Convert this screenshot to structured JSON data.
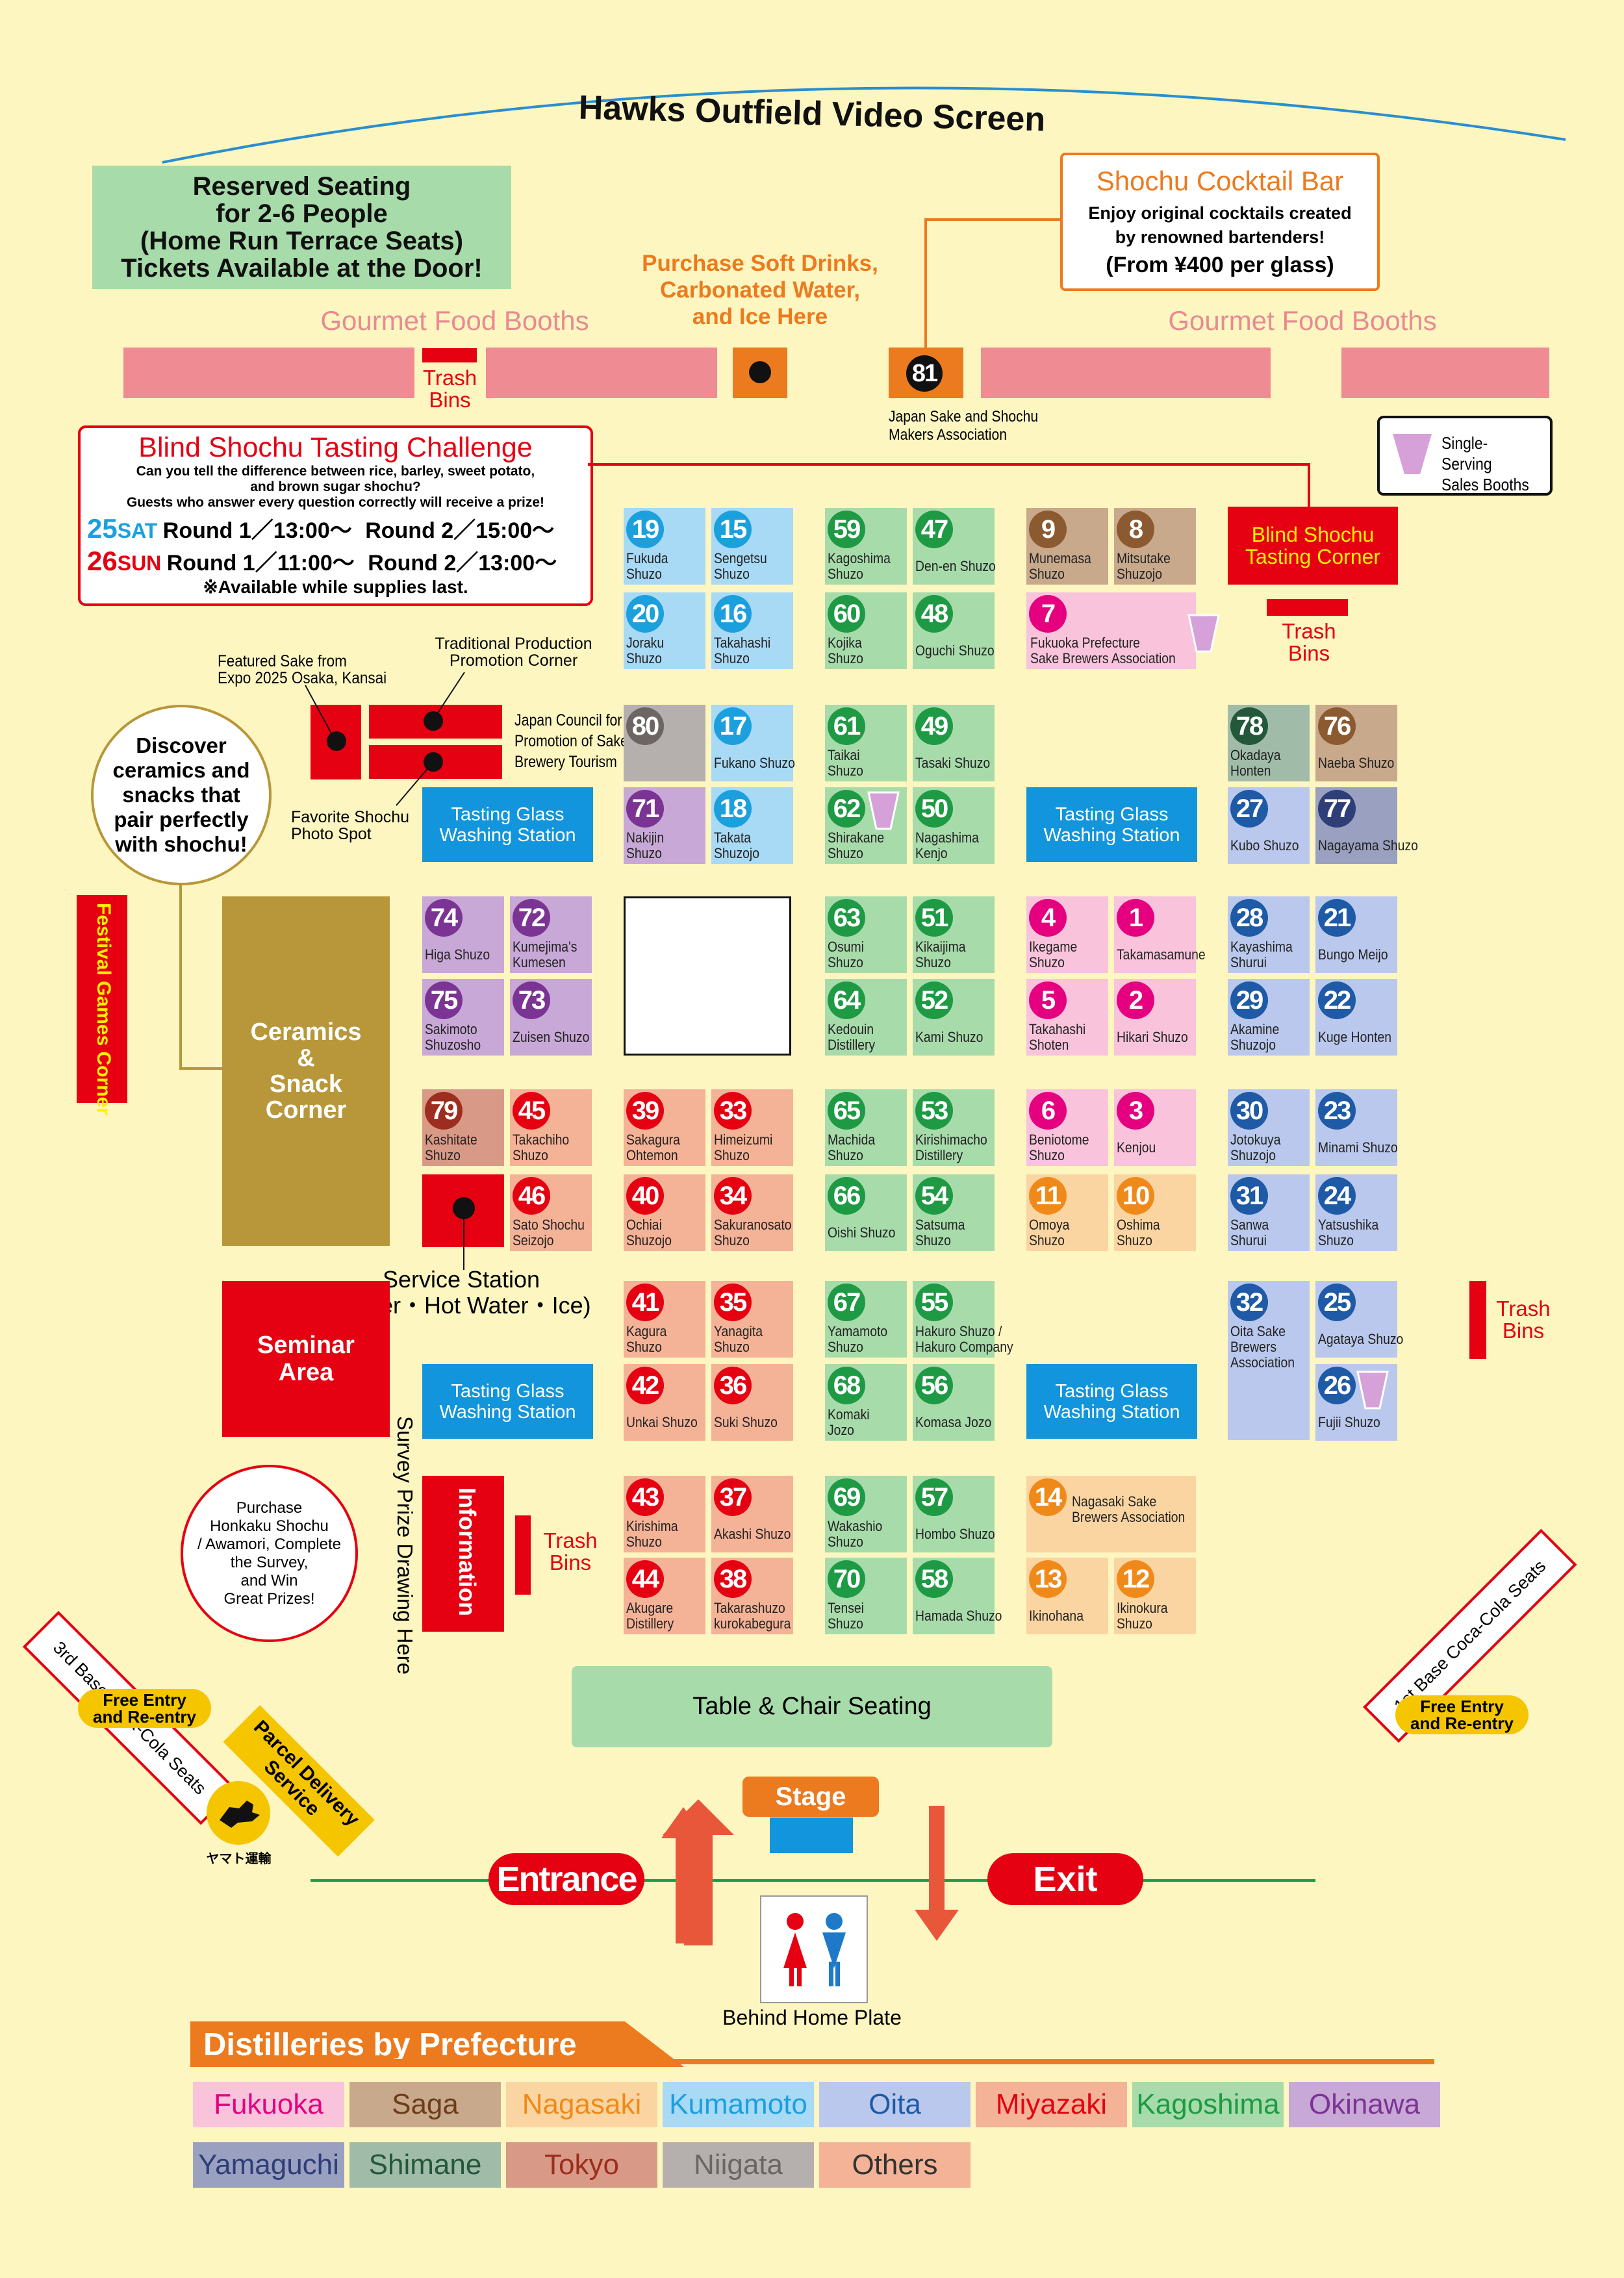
{
  "video_screen": "Hawks Outfield Video Screen",
  "reserved_seating": [
    "Reserved Seating",
    "for 2-6 People",
    "(Home Run Terrace Seats)",
    "Tickets Available at the Door!"
  ],
  "cocktail_bar": {
    "title": "Shochu Cocktail Bar",
    "line1": "Enjoy original cocktails created",
    "line2": "by renowned bartenders!",
    "price": "(From ¥400 per glass)"
  },
  "soft_drinks": [
    "Purchase Soft Drinks,",
    "Carbonated Water,",
    "and Ice Here"
  ],
  "gourmet_left": "Gourmet Food Booths",
  "gourmet_right": "Gourmet Food Booths",
  "trash_top": [
    "Trash",
    "Bins"
  ],
  "booth_81": {
    "num": "81",
    "label1": "Japan Sake and Shochu",
    "label2": "Makers Association"
  },
  "single_serving": [
    "Single-Serving",
    "Sales Booths"
  ],
  "blind_challenge": {
    "title": "Blind Shochu Tasting Challenge",
    "desc1": "Can you tell the difference between rice, barley, sweet potato,",
    "desc2": "and brown sugar shochu?",
    "desc3": "Guests who answer every question correctly will receive a prize!",
    "day1_num": "25",
    "day1_dow": "SAT",
    "day1_r1": "Round 1／13:00～",
    "day1_r2": "Round 2／15:00～",
    "day2_num": "26",
    "day2_dow": "SUN",
    "day2_r1": "Round 1／11:00～",
    "day2_r2": "Round 2／13:00～",
    "note": "※Available while supplies last."
  },
  "blind_corner": [
    "Blind Shochu",
    "Tasting Corner"
  ],
  "trash_right1": [
    "Trash",
    "Bins"
  ],
  "trash_right2": [
    "Trash",
    "Bins"
  ],
  "trash_info": [
    "Trash",
    "Bins"
  ],
  "expo_label": [
    "Featured Sake from",
    "Expo 2025 Osaka, Kansai"
  ],
  "traditional_label": [
    "Traditional Production",
    "Promotion Corner"
  ],
  "japan_council": [
    "Japan Council for",
    "Promotion of Sake",
    "Brewery Tourism"
  ],
  "photo_spot": [
    "Favorite Shochu",
    "Photo Spot"
  ],
  "discover": [
    "Discover",
    "ceramics and",
    "snacks that",
    "pair perfectly",
    "with shochu!"
  ],
  "festival_games": "Festival Games Corner",
  "ceramics": [
    "Ceramics",
    "&",
    "Snack",
    "Corner"
  ],
  "service_station": [
    "Service Station",
    "(Water・Hot Water・Ice)"
  ],
  "seminar": [
    "Seminar",
    "Area"
  ],
  "information": "Information",
  "survey_prize": "Survey Prize Drawing Here",
  "purchase_circle": [
    "Purchase",
    "Honkaku Shochu",
    "/ Awamori, Complete",
    "the Survey,",
    "and Win",
    "Great Prizes!"
  ],
  "washing": [
    "Tasting Glass",
    "Washing Station"
  ],
  "table_seating": "Table & Chair Seating",
  "stage": "Stage",
  "entrance": "Entrance",
  "exit": "Exit",
  "behind_home": "Behind Home Plate",
  "third_base": "3rd Base Coca-Cola Seats",
  "first_base": "1st Base Coca-Cola Seats",
  "free_entry": [
    "Free Entry",
    "and Re-entry"
  ],
  "parcel": [
    "Parcel Delivery",
    "Service"
  ],
  "yamato": "ヤマト運輸",
  "legend_title": "Distilleries by Prefecture",
  "legend": [
    {
      "label": "Fukuoka",
      "bg": "#f9c3dc",
      "fg": "#e4007f"
    },
    {
      "label": "Saga",
      "bg": "#c9a98c",
      "fg": "#6b3d1c"
    },
    {
      "label": "Nagasaki",
      "bg": "#fbd5a1",
      "fg": "#ef8a1a"
    },
    {
      "label": "Kumamoto",
      "bg": "#a8d9f5",
      "fg": "#1ba0dd"
    },
    {
      "label": "Oita",
      "bg": "#b9c8ec",
      "fg": "#1e5aa6"
    },
    {
      "label": "Miyazaki",
      "bg": "#f4b296",
      "fg": "#e50012"
    },
    {
      "label": "Kagoshima",
      "bg": "#a7dbaa",
      "fg": "#1e9a45"
    },
    {
      "label": "Okinawa",
      "bg": "#c8a8d6",
      "fg": "#7b3494"
    },
    {
      "label": "Yamaguchi",
      "bg": "#9aa0c0",
      "fg": "#2e3e78"
    },
    {
      "label": "Shimane",
      "bg": "#a0bca8",
      "fg": "#23583a"
    },
    {
      "label": "Tokyo",
      "bg": "#d89a86",
      "fg": "#9d2d1e"
    },
    {
      "label": "Niigata",
      "bg": "#b5b0ad",
      "fg": "#6c6563"
    },
    {
      "label": "Others",
      "bg": "#f4b296",
      "fg": "#333333"
    }
  ],
  "booths": [
    {
      "n": "19",
      "p": "Kumamoto",
      "l": [
        "Fukuda",
        "Shuzo"
      ]
    },
    {
      "n": "15",
      "p": "Kumamoto",
      "l": [
        "Sengetsu",
        "Shuzo"
      ]
    },
    {
      "n": "20",
      "p": "Kumamoto",
      "l": [
        "Joraku",
        "Shuzo"
      ]
    },
    {
      "n": "16",
      "p": "Kumamoto",
      "l": [
        "Takahashi",
        "Shuzo"
      ]
    },
    {
      "n": "59",
      "p": "Kagoshima",
      "l": [
        "Kagoshima",
        "Shuzo"
      ]
    },
    {
      "n": "47",
      "p": "Kagoshima",
      "l": [
        "Den-en Shuzo"
      ]
    },
    {
      "n": "60",
      "p": "Kagoshima",
      "l": [
        "Kojika",
        "Shuzo"
      ]
    },
    {
      "n": "48",
      "p": "Kagoshima",
      "l": [
        "Oguchi Shuzo"
      ]
    },
    {
      "n": "9",
      "p": "Saga",
      "l": [
        "Munemasa",
        "Shuzo"
      ]
    },
    {
      "n": "8",
      "p": "Saga",
      "l": [
        "Mitsutake",
        "Shuzojo"
      ]
    },
    {
      "n": "7",
      "p": "Fukuoka",
      "l": [
        "Fukuoka Prefecture",
        "Sake Brewers Association"
      ]
    },
    {
      "n": "80",
      "p": "Niigata",
      "l": []
    },
    {
      "n": "17",
      "p": "Kumamoto",
      "l": [
        "Fukano Shuzo"
      ]
    },
    {
      "n": "71",
      "p": "Okinawa",
      "l": [
        "Nakijin",
        "Shuzo"
      ]
    },
    {
      "n": "18",
      "p": "Kumamoto",
      "l": [
        "Takata",
        "Shuzojo"
      ]
    },
    {
      "n": "61",
      "p": "Kagoshima",
      "l": [
        "Taikai",
        "Shuzo"
      ]
    },
    {
      "n": "49",
      "p": "Kagoshima",
      "l": [
        "Tasaki Shuzo"
      ]
    },
    {
      "n": "62",
      "p": "Kagoshima",
      "l": [
        "Shirakane",
        "Shuzo"
      ]
    },
    {
      "n": "50",
      "p": "Kagoshima",
      "l": [
        "Nagashima",
        "Kenjo"
      ]
    },
    {
      "n": "78",
      "p": "Shimane",
      "l": [
        "Okadaya",
        "Honten"
      ]
    },
    {
      "n": "76",
      "p": "Saga",
      "l": [
        "Naeba Shuzo"
      ]
    },
    {
      "n": "27",
      "p": "Oita",
      "l": [
        "Kubo Shuzo"
      ]
    },
    {
      "n": "77",
      "p": "Yamaguchi",
      "l": [
        "Nagayama Shuzo"
      ]
    },
    {
      "n": "74",
      "p": "Okinawa",
      "l": [
        "Higa Shuzo"
      ]
    },
    {
      "n": "72",
      "p": "Okinawa",
      "l": [
        "Kumejima's",
        "Kumesen"
      ]
    },
    {
      "n": "75",
      "p": "Okinawa",
      "l": [
        "Sakimoto",
        "Shuzosho"
      ]
    },
    {
      "n": "73",
      "p": "Okinawa",
      "l": [
        "Zuisen Shuzo"
      ]
    },
    {
      "n": "63",
      "p": "Kagoshima",
      "l": [
        "Osumi",
        "Shuzo"
      ]
    },
    {
      "n": "51",
      "p": "Kagoshima",
      "l": [
        "Kikaijima",
        "Shuzo"
      ]
    },
    {
      "n": "64",
      "p": "Kagoshima",
      "l": [
        "Kedouin",
        "Distillery"
      ]
    },
    {
      "n": "52",
      "p": "Kagoshima",
      "l": [
        "Kami Shuzo"
      ]
    },
    {
      "n": "4",
      "p": "Fukuoka",
      "l": [
        "Ikegame",
        "Shuzo"
      ]
    },
    {
      "n": "1",
      "p": "Fukuoka",
      "l": [
        "Takamasamune"
      ]
    },
    {
      "n": "5",
      "p": "Fukuoka",
      "l": [
        "Takahashi",
        "Shoten"
      ]
    },
    {
      "n": "2",
      "p": "Fukuoka",
      "l": [
        "Hikari Shuzo"
      ]
    },
    {
      "n": "28",
      "p": "Oita",
      "l": [
        "Kayashima",
        "Shurui"
      ]
    },
    {
      "n": "21",
      "p": "Oita",
      "l": [
        "Bungo Meijo"
      ]
    },
    {
      "n": "29",
      "p": "Oita",
      "l": [
        "Akamine",
        "Shuzojo"
      ]
    },
    {
      "n": "22",
      "p": "Oita",
      "l": [
        "Kuge Honten"
      ]
    },
    {
      "n": "79",
      "p": "Tokyo",
      "l": [
        "Kashitate",
        "Shuzo"
      ]
    },
    {
      "n": "45",
      "p": "Miyazaki",
      "l": [
        "Takachiho",
        "Shuzo"
      ]
    },
    {
      "n": "46",
      "p": "Miyazaki",
      "l": [
        "Sato Shochu",
        "Seizojo"
      ]
    },
    {
      "n": "39",
      "p": "Miyazaki",
      "l": [
        "Sakagura",
        "Ohtemon"
      ]
    },
    {
      "n": "33",
      "p": "Miyazaki",
      "l": [
        "Himeizumi",
        "Shuzo"
      ]
    },
    {
      "n": "40",
      "p": "Miyazaki",
      "l": [
        "Ochiai",
        "Shuzojo"
      ]
    },
    {
      "n": "34",
      "p": "Miyazaki",
      "l": [
        "Sakuranosato",
        "Shuzo"
      ]
    },
    {
      "n": "65",
      "p": "Kagoshima",
      "l": [
        "Machida",
        "Shuzo"
      ]
    },
    {
      "n": "53",
      "p": "Kagoshima",
      "l": [
        "Kirishimacho",
        "Distillery"
      ]
    },
    {
      "n": "66",
      "p": "Kagoshima",
      "l": [
        "Oishi Shuzo"
      ]
    },
    {
      "n": "54",
      "p": "Kagoshima",
      "l": [
        "Satsuma",
        "Shuzo"
      ]
    },
    {
      "n": "6",
      "p": "Fukuoka",
      "l": [
        "Beniotome",
        "Shuzo"
      ]
    },
    {
      "n": "3",
      "p": "Fukuoka",
      "l": [
        "Kenjou"
      ]
    },
    {
      "n": "11",
      "p": "Nagasaki",
      "l": [
        "Omoya",
        "Shuzo"
      ]
    },
    {
      "n": "10",
      "p": "Nagasaki",
      "l": [
        "Oshima",
        "Shuzo"
      ]
    },
    {
      "n": "30",
      "p": "Oita",
      "l": [
        "Jotokuya",
        "Shuzojo"
      ]
    },
    {
      "n": "23",
      "p": "Oita",
      "l": [
        "Minami Shuzo"
      ]
    },
    {
      "n": "31",
      "p": "Oita",
      "l": [
        "Sanwa",
        "Shurui"
      ]
    },
    {
      "n": "24",
      "p": "Oita",
      "l": [
        "Yatsushika",
        "Shuzo"
      ]
    },
    {
      "n": "41",
      "p": "Miyazaki",
      "l": [
        "Kagura",
        "Shuzo"
      ]
    },
    {
      "n": "35",
      "p": "Miyazaki",
      "l": [
        "Yanagita",
        "Shuzo"
      ]
    },
    {
      "n": "42",
      "p": "Miyazaki",
      "l": [
        "Unkai Shuzo"
      ]
    },
    {
      "n": "36",
      "p": "Miyazaki",
      "l": [
        "Suki Shuzo"
      ]
    },
    {
      "n": "67",
      "p": "Kagoshima",
      "l": [
        "Yamamoto",
        "Shuzo"
      ]
    },
    {
      "n": "55",
      "p": "Kagoshima",
      "l": [
        "Hakuro Shuzo /",
        "Hakuro Company"
      ]
    },
    {
      "n": "68",
      "p": "Kagoshima",
      "l": [
        "Komaki",
        "Jozo"
      ]
    },
    {
      "n": "56",
      "p": "Kagoshima",
      "l": [
        "Komasa Jozo"
      ]
    },
    {
      "n": "32",
      "p": "Oita",
      "l": [
        "Oita Sake",
        "Brewers",
        "Association"
      ]
    },
    {
      "n": "25",
      "p": "Oita",
      "l": [
        "Agataya Shuzo"
      ]
    },
    {
      "n": "26",
      "p": "Oita",
      "l": [
        "Fujii Shuzo"
      ]
    },
    {
      "n": "43",
      "p": "Miyazaki",
      "l": [
        "Kirishima",
        "Shuzo"
      ]
    },
    {
      "n": "37",
      "p": "Miyazaki",
      "l": [
        "Akashi Shuzo"
      ]
    },
    {
      "n": "44",
      "p": "Miyazaki",
      "l": [
        "Akugare",
        "Distillery"
      ]
    },
    {
      "n": "38",
      "p": "Miyazaki",
      "l": [
        "Takarashuzo",
        "kurokabegura"
      ]
    },
    {
      "n": "69",
      "p": "Kagoshima",
      "l": [
        "Wakashio",
        "Shuzo"
      ]
    },
    {
      "n": "57",
      "p": "Kagoshima",
      "l": [
        "Hombo Shuzo"
      ]
    },
    {
      "n": "70",
      "p": "Kagoshima",
      "l": [
        "Tensei",
        "Shuzo"
      ]
    },
    {
      "n": "58",
      "p": "Kagoshima",
      "l": [
        "Hamada Shuzo"
      ]
    },
    {
      "n": "14",
      "p": "Nagasaki",
      "l": [
        "Nagasaki Sake",
        "Brewers Association"
      ]
    },
    {
      "n": "13",
      "p": "Nagasaki",
      "l": [
        "Ikinohana"
      ]
    },
    {
      "n": "12",
      "p": "Nagasaki",
      "l": [
        "Ikinokura",
        "Shuzo"
      ]
    }
  ]
}
